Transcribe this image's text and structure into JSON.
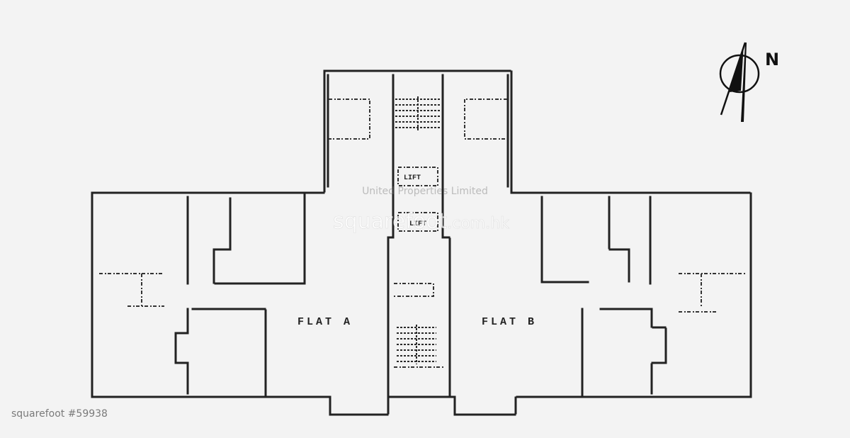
{
  "plan": {
    "flat_a_label": "FLAT A",
    "flat_b_label": "FLAT B",
    "lift_label": "LIFT",
    "lift_label_2": "LIFT"
  },
  "compass": {
    "north_letter": "N"
  },
  "watermark": {
    "owner": "United Properties Limited",
    "site_main": "squarefoot",
    "site_tail": ".com.hk"
  },
  "reference": {
    "id_text": "squarefoot #59938"
  },
  "colors": {
    "background": "#f3f3f3",
    "ink": "#222222",
    "watermark": "#7a7a7a"
  }
}
